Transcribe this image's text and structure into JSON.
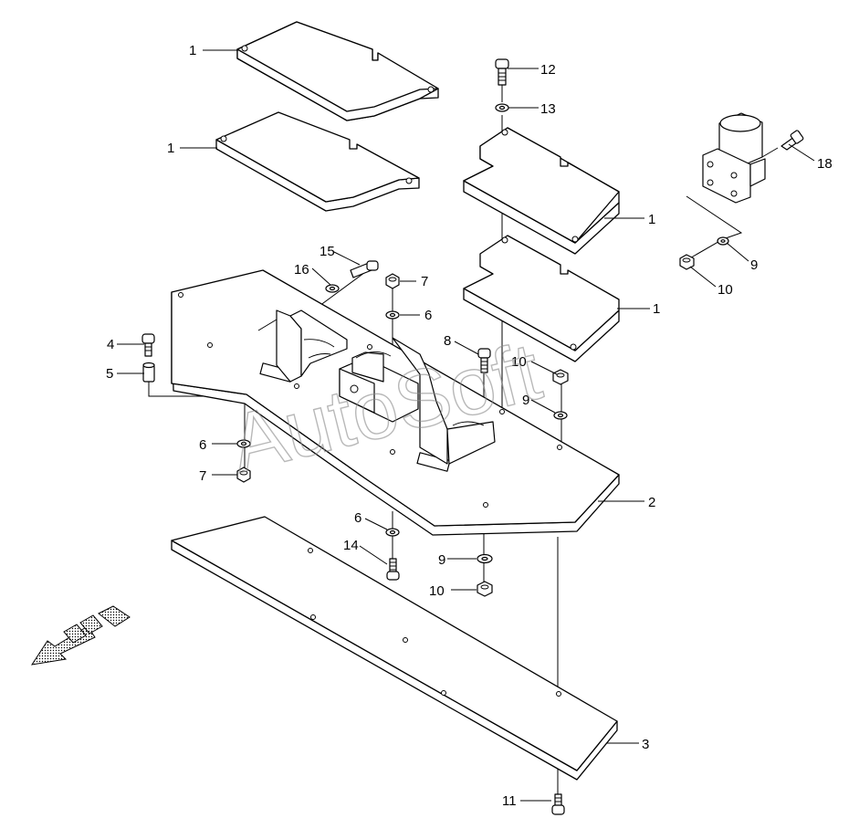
{
  "watermark": "AutoSoft",
  "callouts": {
    "c1a": "1",
    "c1b": "1",
    "c1c": "1",
    "c1d": "1",
    "c2": "2",
    "c3": "3",
    "c4": "4",
    "c5": "5",
    "c6a": "6",
    "c6b": "6",
    "c6c": "6",
    "c7a": "7",
    "c7b": "7",
    "c8": "8",
    "c9a": "9",
    "c9b": "9",
    "c9c": "9",
    "c10a": "10",
    "c10b": "10",
    "c10c": "10",
    "c11": "11",
    "c12": "12",
    "c13": "13",
    "c14": "14",
    "c15": "15",
    "c16": "16",
    "c18": "18"
  },
  "icons": {
    "direction": "front-direction-arrow-icon"
  }
}
